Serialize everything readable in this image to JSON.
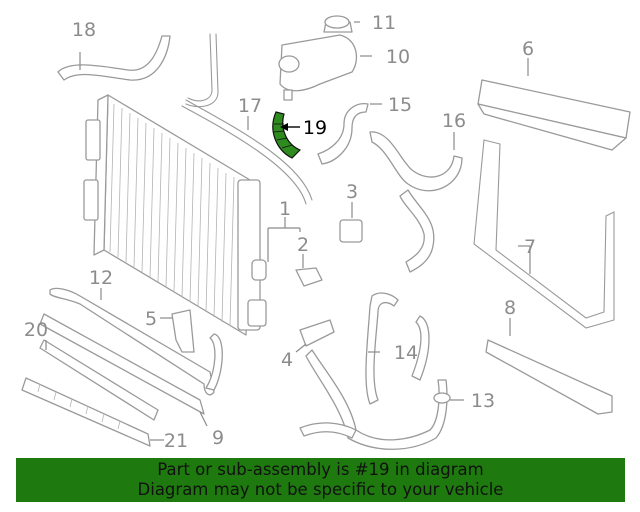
{
  "callouts": [
    "1",
    "2",
    "3",
    "4",
    "5",
    "6",
    "7",
    "8",
    "9",
    "10",
    "11",
    "12",
    "13",
    "14",
    "15",
    "16",
    "17",
    "18",
    "19",
    "20",
    "21"
  ],
  "highlight": "19",
  "banner": {
    "line1": "Part or sub-assembly is #19 in diagram",
    "line2": "Diagram may not be specific to your vehicle"
  },
  "colors": {
    "banner": "#1e7a0e",
    "highlight_part": "#2e8b1e",
    "line_art": "#9a9a9a"
  }
}
